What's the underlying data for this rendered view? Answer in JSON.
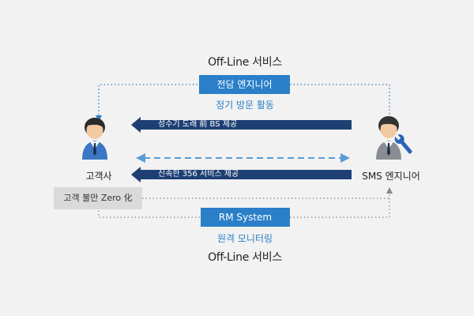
{
  "top": {
    "title": "Off-Line 서비스",
    "box_label": "전담 엔지니어",
    "sub_label": "정기 방문 활동"
  },
  "left_actor": {
    "label": "고객사",
    "icon": "businessman-icon"
  },
  "right_actor": {
    "label": "SMS 엔지니어",
    "icon": "engineer-with-wrench-icon"
  },
  "arrows": {
    "upper": "성수기 도래 前 BS 제공",
    "lower": "신속한 356 서비스 제공"
  },
  "customer_note": "고객 불만 Zero 化",
  "bottom": {
    "box_label": "RM System",
    "sub_label": "원격 모니터링",
    "title": "Off-Line 서비스"
  },
  "colors": {
    "accent_blue": "#2a7fc8",
    "navy": "#1d3f73",
    "dashed_blue": "#5a9bd4",
    "gray_box": "#dadada",
    "background": "#f2f2f2"
  }
}
